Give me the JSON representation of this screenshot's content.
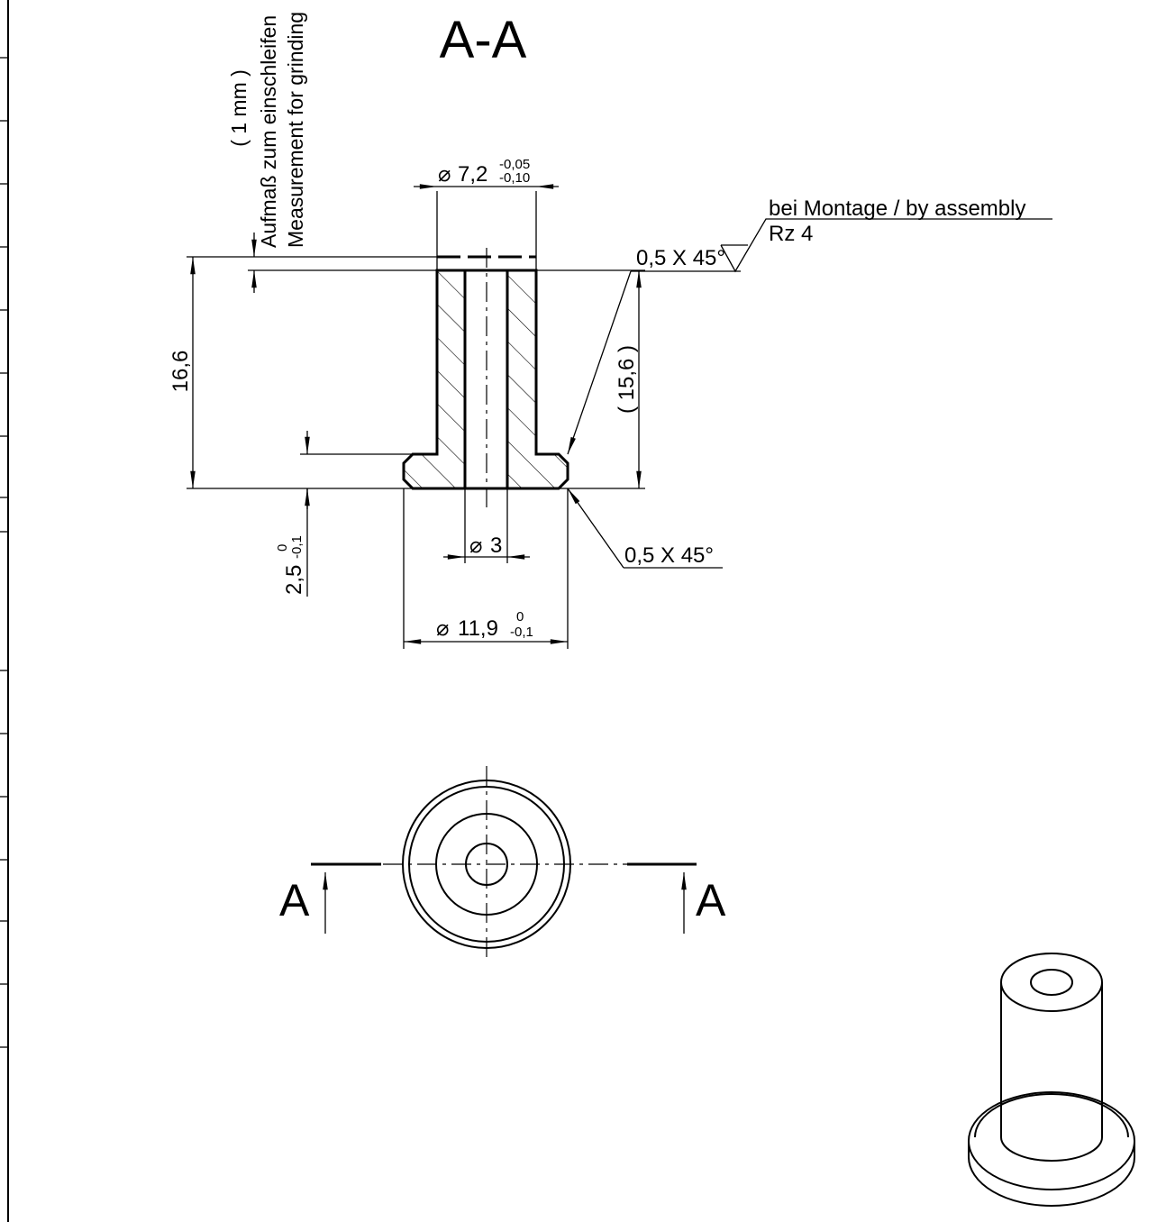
{
  "section_title": "A-A",
  "section_label": "A",
  "grinding_note": {
    "line1": "Aufmaß zum einschleifen",
    "line2": "Measurement for grinding",
    "allowance": "( 1 mm )"
  },
  "dimensions": {
    "top_diameter_symbol": "⌀",
    "top_diameter": "7,2",
    "top_diameter_upper_tol": "-0,05",
    "top_diameter_lower_tol": "-0,10",
    "overall_height": "16,6",
    "body_height": "( 15,6 )",
    "flange_thickness": "2,5",
    "flange_thickness_upper_tol": "0",
    "flange_thickness_lower_tol": "-0,1",
    "bore_diameter_symbol": "⌀",
    "bore_diameter": "3",
    "flange_diameter_symbol": "⌀",
    "flange_diameter": "11,9",
    "flange_diameter_upper_tol": "0",
    "flange_diameter_lower_tol": "-0,1",
    "chamfer_top": "0,5 X 45°",
    "chamfer_bottom": "0,5 X 45°"
  },
  "surface_note": {
    "line1": "bei Montage / by assembly",
    "line2": "Rz  4"
  }
}
